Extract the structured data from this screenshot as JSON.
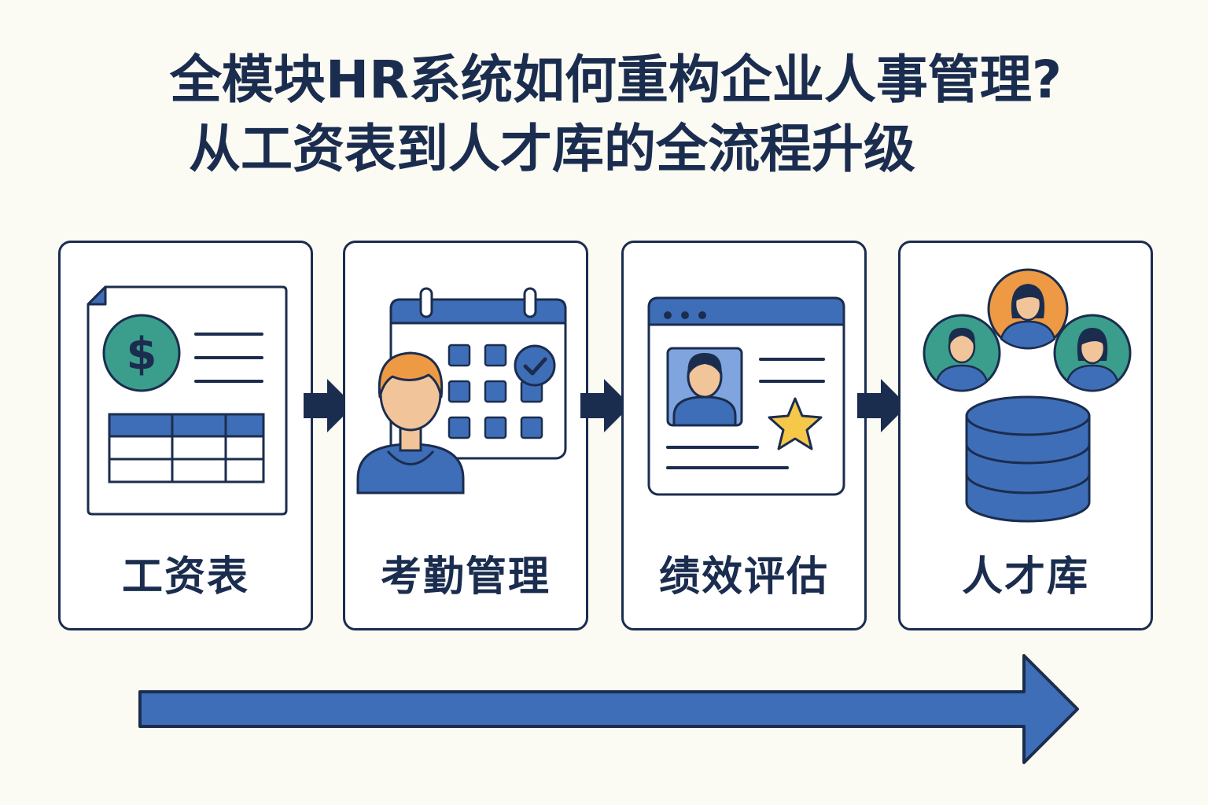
{
  "title": {
    "line1": "全模块HR系统如何重构企业人事管理?",
    "line2": "从工资表到人才库的全流程升级"
  },
  "steps": [
    {
      "label": "工资表",
      "icon": "payroll-sheet-icon"
    },
    {
      "label": "考勤管理",
      "icon": "attendance-calendar-icon"
    },
    {
      "label": "绩效评估",
      "icon": "performance-profile-icon"
    },
    {
      "label": "人才库",
      "icon": "talent-database-icon"
    }
  ],
  "colors": {
    "navy": "#1b2d4f",
    "blue": "#3f6eb8",
    "teal": "#3b9e8c",
    "orange": "#ee9a45",
    "skin": "#f2c49a",
    "star": "#f5c84a",
    "background": "#fbfaf3"
  }
}
